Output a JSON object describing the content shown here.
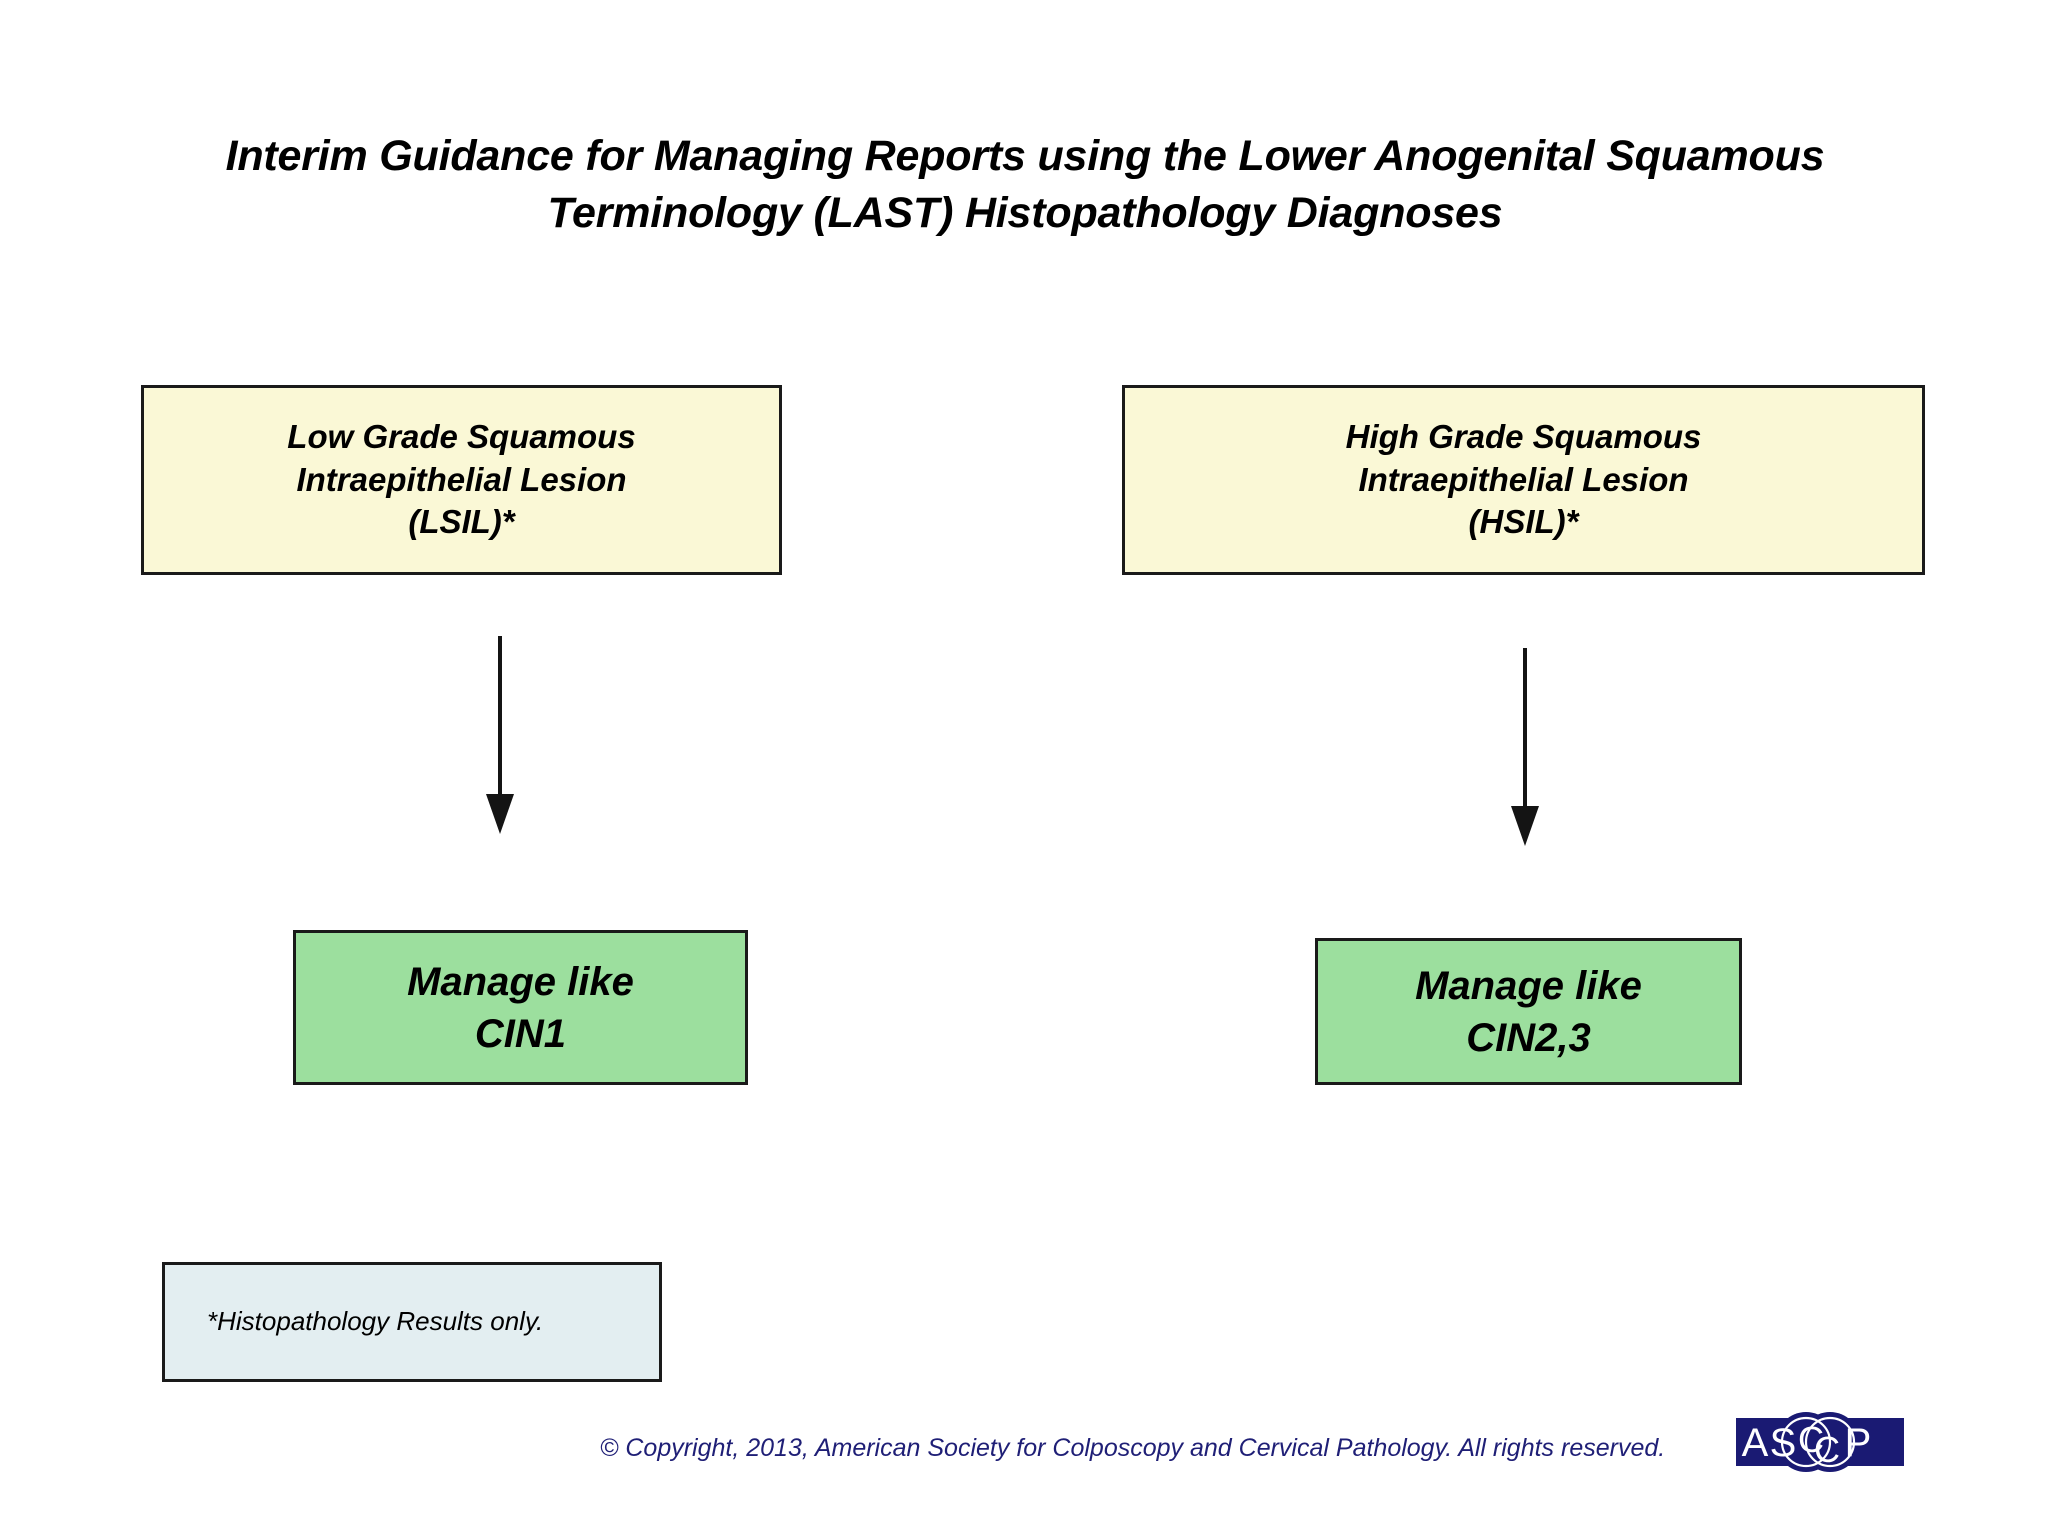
{
  "title": {
    "line1": "Interim Guidance for Managing Reports using the Lower Anogenital Squamous",
    "line2": "Terminology (LAST) Histopathology Diagnoses"
  },
  "flow": {
    "lsil": {
      "line1": "Low Grade Squamous",
      "line2": "Intraepithelial Lesion",
      "line3": "(LSIL)*",
      "fill": "#FAF8D6"
    },
    "hsil": {
      "line1": "High Grade Squamous",
      "line2": "Intraepithelial Lesion",
      "line3": "(HSIL)*",
      "fill": "#FAF8D6"
    },
    "cin1": {
      "line1": "Manage like",
      "line2": "CIN1",
      "fill": "#9CDF9E"
    },
    "cin23": {
      "line1": "Manage like",
      "line2": "CIN2,3",
      "fill": "#9CDF9E"
    },
    "arrow_left": "down-arrow",
    "arrow_right": "down-arrow"
  },
  "footnote": {
    "text": "*Histopathology Results only.",
    "fill": "#E3EEF1"
  },
  "footer": {
    "copyright": "© Copyright, 2013, American Society for Colposcopy and Cervical Pathology.  All rights reserved.",
    "copyright_color": "#1f1f76",
    "logo": {
      "name": "asccp-logo",
      "letters": [
        "A",
        "S",
        "C",
        "C",
        "P"
      ],
      "background": "#1a1a73",
      "text_color": "#ffffff"
    }
  }
}
